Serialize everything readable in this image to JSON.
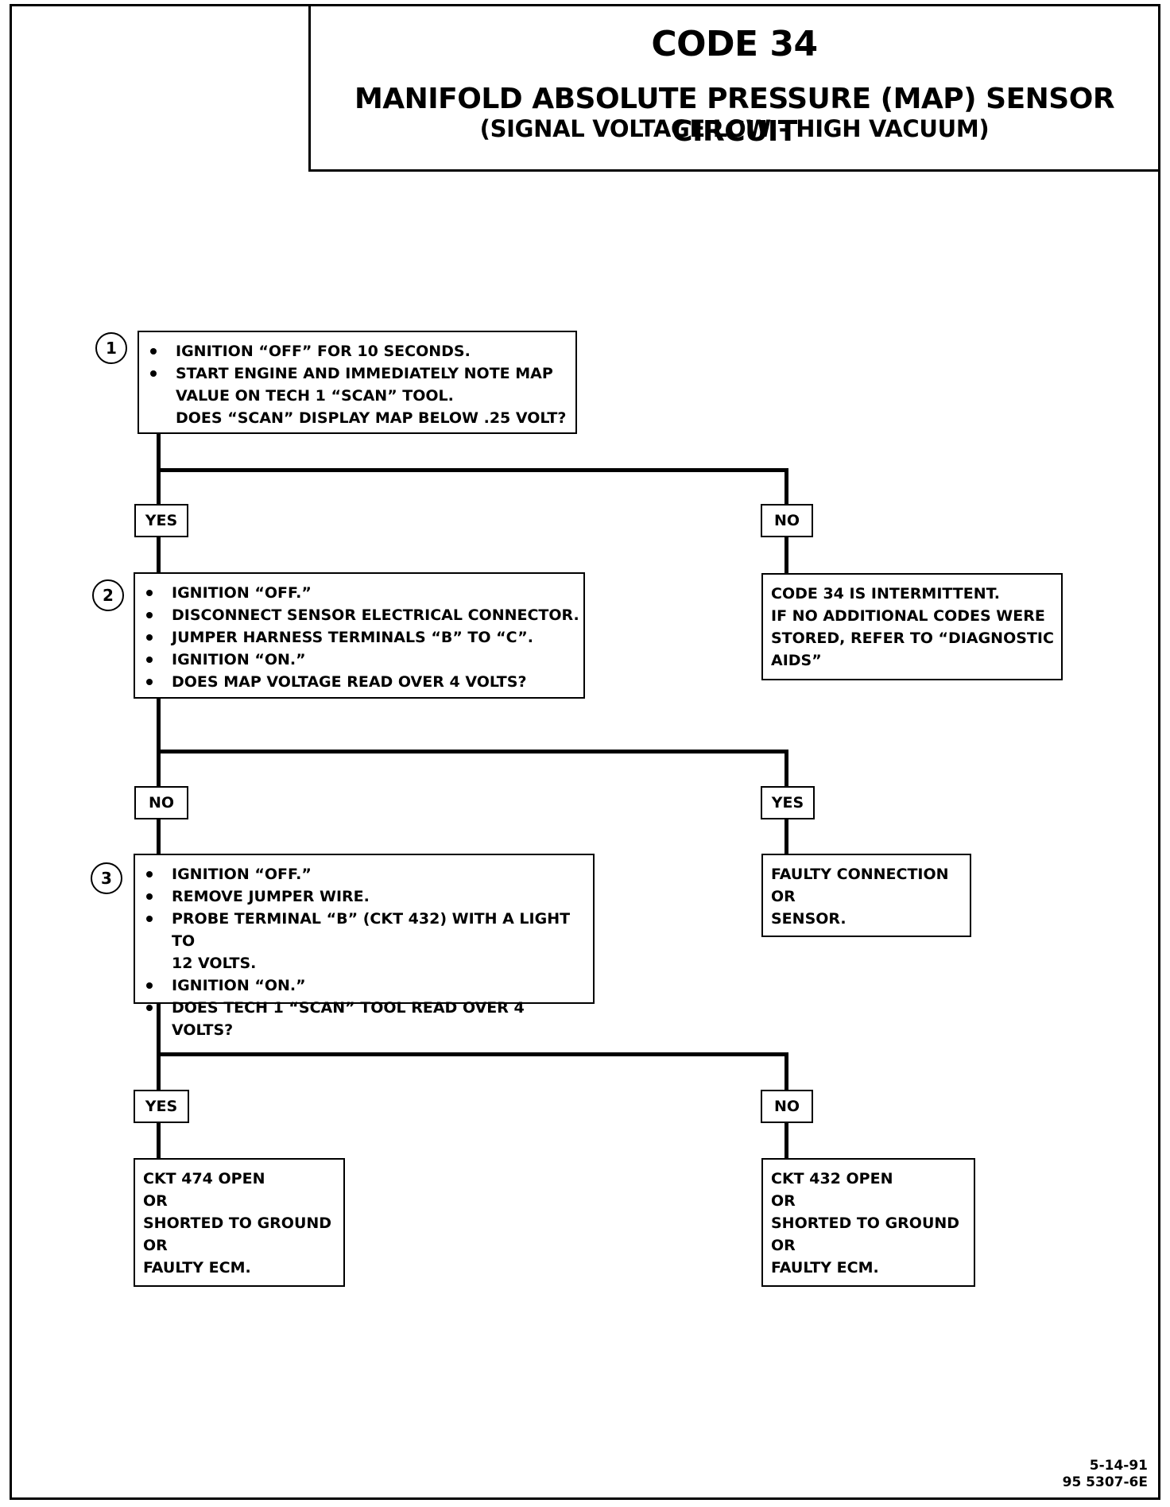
{
  "header": {
    "code": "CODE 34",
    "title": "MANIFOLD ABSOLUTE PRESSURE (MAP) SENSOR CIRCUIT",
    "subtitle": "(SIGNAL VOLTAGE LOW - HIGH VACUUM)"
  },
  "steps": [
    {
      "number": "1",
      "lines": [
        "IGNITION “OFF” FOR 10 SECONDS.",
        "START ENGINE AND IMMEDIATELY NOTE MAP",
        "VALUE ON TECH 1 “SCAN” TOOL.",
        "DOES “SCAN” DISPLAY MAP BELOW .25 VOLT?"
      ]
    },
    {
      "number": "2",
      "lines": [
        "IGNITION “OFF.”",
        "DISCONNECT SENSOR ELECTRICAL CONNECTOR.",
        "JUMPER HARNESS TERMINALS “B” TO “C”.",
        "IGNITION “ON.”",
        "DOES MAP VOLTAGE READ OVER 4 VOLTS?"
      ]
    },
    {
      "number": "3",
      "lines": [
        "IGNITION “OFF.”",
        "REMOVE JUMPER WIRE.",
        "PROBE TERMINAL “B” (CKT 432) WITH A LIGHT TO",
        "12 VOLTS.",
        "IGNITION “ON.”",
        "DOES TECH 1 “SCAN” TOOL READ OVER 4 VOLTS?"
      ]
    }
  ],
  "labels": {
    "s1_left": "YES",
    "s1_right": "NO",
    "s2_left": "NO",
    "s2_right": "YES",
    "s3_left": "YES",
    "s3_right": "NO"
  },
  "results": {
    "intermittent": [
      "CODE 34 IS INTERMITTENT.",
      "IF NO ADDITIONAL CODES WERE",
      "STORED, REFER TO “DIAGNOSTIC",
      "AIDS”"
    ],
    "faulty_connection": [
      "FAULTY CONNECTION",
      "OR",
      "SENSOR."
    ],
    "ckt474": [
      "CKT 474 OPEN",
      "OR",
      "SHORTED TO GROUND",
      "OR",
      "FAULTY ECM."
    ],
    "ckt432": [
      "CKT 432 OPEN",
      "OR",
      "SHORTED TO GROUND",
      "OR",
      "FAULTY ECM."
    ]
  },
  "footer": {
    "date": "5-14-91",
    "ref": "95 5307-6E"
  }
}
